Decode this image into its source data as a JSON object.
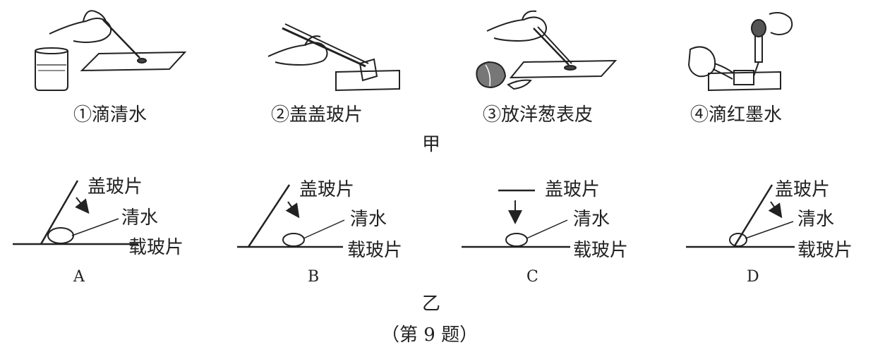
{
  "figure_jia": {
    "title": "甲",
    "steps": [
      {
        "label": "①滴清水"
      },
      {
        "label": "②盖盖玻片"
      },
      {
        "label": "③放洋葱表皮"
      },
      {
        "label": "④滴红墨水"
      }
    ]
  },
  "figure_yi": {
    "title": "乙",
    "options": [
      {
        "letter": "A",
        "cover_label": "盖玻片",
        "water_label": "清水",
        "slide_label": "载玻片"
      },
      {
        "letter": "B",
        "cover_label": "盖玻片",
        "water_label": "清水",
        "slide_label": "载玻片"
      },
      {
        "letter": "C",
        "cover_label": "盖玻片",
        "water_label": "清水",
        "slide_label": "载玻片"
      },
      {
        "letter": "D",
        "cover_label": "盖玻片",
        "water_label": "清水",
        "slide_label": "载玻片"
      }
    ]
  },
  "caption": "（第 9 题）"
}
